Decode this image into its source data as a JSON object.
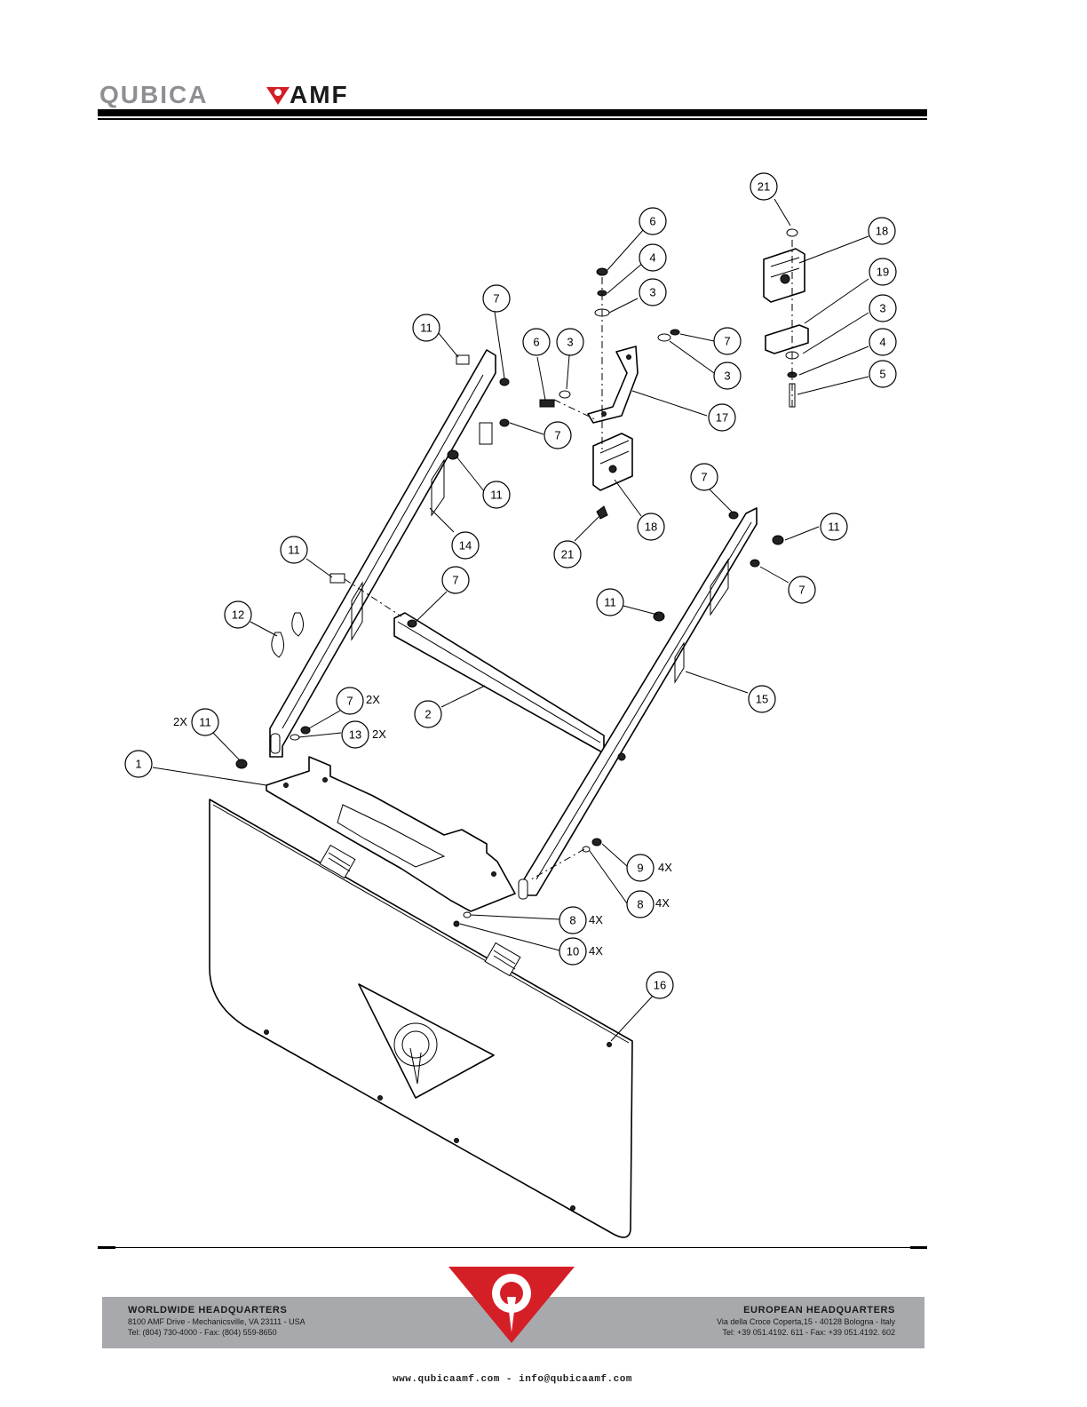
{
  "header": {
    "brand_text": "QUBICAAMF"
  },
  "diagram": {
    "callouts": [
      {
        "label": "21"
      },
      {
        "label": "18"
      },
      {
        "label": "6"
      },
      {
        "label": "4"
      },
      {
        "label": "3"
      },
      {
        "label": "19"
      },
      {
        "label": "3"
      },
      {
        "label": "4"
      },
      {
        "label": "5"
      },
      {
        "label": "7"
      },
      {
        "label": "3"
      },
      {
        "label": "17"
      },
      {
        "label": "7"
      },
      {
        "label": "11"
      },
      {
        "label": "6"
      },
      {
        "label": "3"
      },
      {
        "label": "7"
      },
      {
        "label": "11"
      },
      {
        "label": "14"
      },
      {
        "label": "18"
      },
      {
        "label": "21"
      },
      {
        "label": "7"
      },
      {
        "label": "11"
      },
      {
        "label": "11"
      },
      {
        "label": "7"
      },
      {
        "label": "7"
      },
      {
        "label": "11"
      },
      {
        "label": "12"
      },
      {
        "label": "15"
      },
      {
        "label": "7"
      },
      {
        "label": "2"
      },
      {
        "label": "11"
      },
      {
        "label": "13"
      },
      {
        "label": "1"
      },
      {
        "label": "9"
      },
      {
        "label": "8"
      },
      {
        "label": "8"
      },
      {
        "label": "10"
      },
      {
        "label": "16"
      }
    ],
    "quantities": {
      "q7": "2X",
      "q13": "2X",
      "q11": "2X",
      "q9": "4X",
      "q8a": "4X",
      "q8b": "4X",
      "q10": "4X"
    }
  },
  "footer": {
    "left": {
      "title": "WORLDWIDE HEADQUARTERS",
      "line1": "8100 AMF Drive - Mechanicsville, VA 23111 - USA",
      "line2": "Tel: (804) 730-4000 - Fax: (804) 559-8650"
    },
    "right": {
      "title": "EUROPEAN HEADQUARTERS",
      "line1": "Via della Croce Coperta,15 - 40128 Bologna - Italy",
      "line2": "Tel: +39 051.4192. 611 - Fax: +39 051.4192. 602"
    },
    "web": "www.qubicaamf.com - info@qubicaamf.com"
  }
}
